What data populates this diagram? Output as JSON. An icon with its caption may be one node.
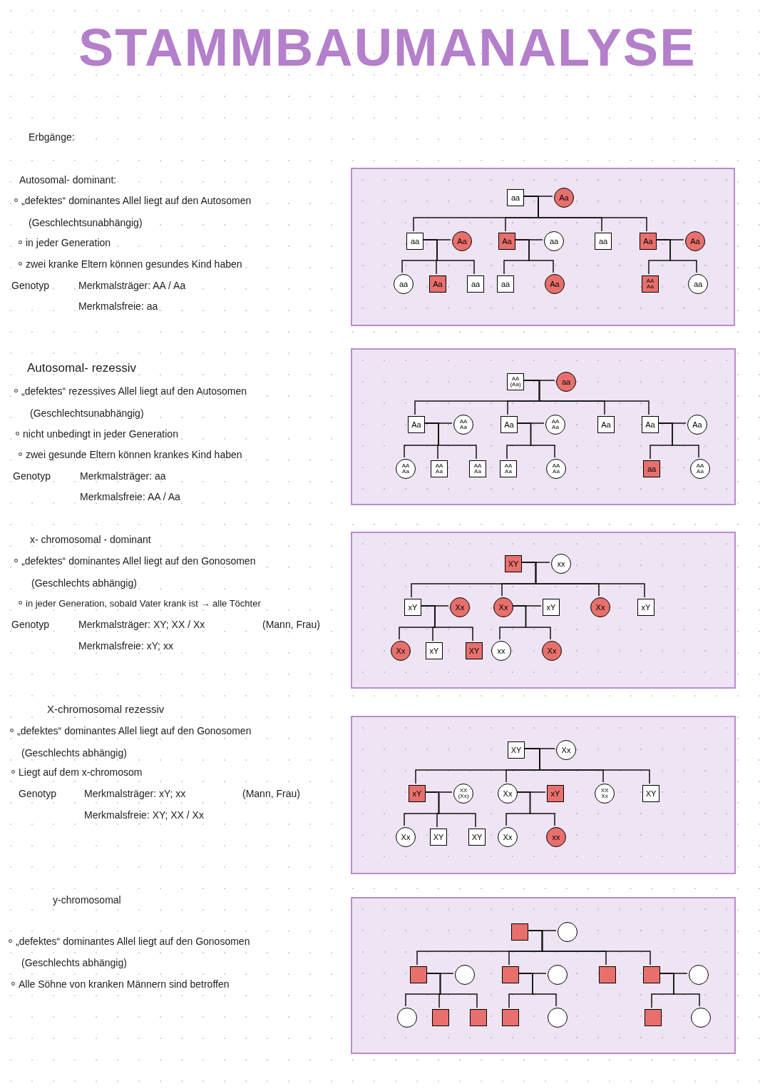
{
  "diagram": {
    "title": "STAMMBAUMANALYSE",
    "nodes": [
      {
        "text": [],
        "shape": "box"
      },
      {
        "text": [
          "aa"
        ],
        "in": 0
      },
      {
        "text": [
          "Aa"
        ],
        "in": 0
      },
      {
        "text": [
          "aa"
        ],
        "in": 0
      },
      {
        "text": [
          "Aa"
        ],
        "in": 0
      },
      {
        "text": [
          "Aa"
        ],
        "in": 0
      },
      {
        "text": [
          "aa"
        ],
        "in": 0
      },
      {
        "text": [
          "aa"
        ],
        "in": 0
      },
      {
        "text": [
          "Aa"
        ],
        "in": 0
      },
      {
        "text": [
          "Aa"
        ],
        "in": 0
      },
      {
        "text": [
          "aa"
        ],
        "in": 0
      },
      {
        "text": [
          "Aa"
        ],
        "in": 0
      },
      {
        "text": [
          "aa"
        ],
        "in": 0
      },
      {
        "text": [
          "aa"
        ],
        "in": 0
      },
      {
        "text": [
          "Aa"
        ],
        "in": 0
      },
      {
        "text": [
          "AA Aa"
        ],
        "in": 0
      },
      {
        "text": [
          "aa"
        ],
        "in": 0
      },
      {
        "text": [],
        "shape": "box"
      },
      {
        "text": [
          "AA (Aa)"
        ],
        "in": 17
      },
      {
        "text": [
          "aa"
        ],
        "in": 17
      },
      {
        "text": [
          "Aa"
        ],
        "in": 17
      },
      {
        "text": [
          "AA Aa"
        ],
        "in": 17
      },
      {
        "text": [
          "Aa"
        ],
        "in": 17
      },
      {
        "text": [
          "AA Aa"
        ],
        "in": 17
      },
      {
        "text": [
          "Aa"
        ],
        "in": 17
      },
      {
        "text": [
          "Aa"
        ],
        "in": 17
      },
      {
        "text": [
          "Aa"
        ],
        "in": 17
      },
      {
        "text": [
          "AA Aa"
        ],
        "in": 17
      },
      {
        "text": [
          "AA Aa"
        ],
        "in": 17
      },
      {
        "text": [
          "AA Aa"
        ],
        "in": 17
      },
      {
        "text": [
          "AA Aa"
        ],
        "in": 17
      },
      {
        "text": [
          "AA Aa"
        ],
        "in": 17
      },
      {
        "text": [
          "aa"
        ],
        "in": 17
      },
      {
        "text": [
          "AA Aa"
        ],
        "in": 17
      },
      {
        "text": [],
        "shape": "box"
      },
      {
        "text": [
          "XY"
        ],
        "in": 34
      },
      {
        "text": [
          "xx"
        ],
        "in": 34
      },
      {
        "text": [
          "xY"
        ],
        "in": 34
      },
      {
        "text": [
          "Xx"
        ],
        "in": 34
      },
      {
        "text": [
          "Xx"
        ],
        "in": 34
      },
      {
        "text": [
          "xY"
        ],
        "in": 34
      },
      {
        "text": [
          "Xx"
        ],
        "in": 34
      },
      {
        "text": [
          "xY"
        ],
        "in": 34
      },
      {
        "text": [
          "Xx"
        ],
        "in": 34
      },
      {
        "text": [
          "xY"
        ],
        "in": 34
      },
      {
        "text": [
          "XY"
        ],
        "in": 34
      },
      {
        "text": [
          "xx"
        ],
        "in": 34
      },
      {
        "text": [
          "Xx"
        ],
        "in": 34
      },
      {
        "text": [],
        "shape": "box"
      },
      {
        "text": [
          "XY"
        ],
        "in": 48
      },
      {
        "text": [
          "Xx"
        ],
        "in": 48
      },
      {
        "text": [
          "xY"
        ],
        "in": 48
      },
      {
        "text": [
          "XX (Xx)"
        ],
        "in": 48
      },
      {
        "text": [
          "Xx"
        ],
        "in": 48
      },
      {
        "text": [
          "xY"
        ],
        "in": 48
      },
      {
        "text": [
          "XX Xx"
        ],
        "in": 48
      },
      {
        "text": [
          "XY"
        ],
        "in": 48
      },
      {
        "text": [
          "Xx"
        ],
        "in": 48
      },
      {
        "text": [
          "XY"
        ],
        "in": 48
      },
      {
        "text": [
          "XY"
        ],
        "in": 48
      },
      {
        "text": [
          "Xx"
        ],
        "in": 48
      },
      {
        "text": [
          "xx"
        ],
        "in": 48
      },
      {
        "text": [],
        "shape": "box"
      },
      {
        "text": [],
        "shape": "box",
        "in": 62
      },
      {
        "text": [],
        "shape": "circle",
        "in": 62
      },
      {
        "text": [],
        "shape": "box",
        "in": 62
      },
      {
        "text": [],
        "shape": "circle",
        "in": 62
      },
      {
        "text": [],
        "shape": "box",
        "in": 62
      },
      {
        "text": [],
        "shape": "circle",
        "in": 62
      },
      {
        "text": [],
        "shape": "box",
        "in": 62
      },
      {
        "text": [],
        "shape": "box",
        "in": 62
      },
      {
        "text": [],
        "shape": "circle",
        "in": 62
      },
      {
        "text": [],
        "shape": "circle",
        "in": 62
      },
      {
        "text": [],
        "shape": "box",
        "in": 62
      },
      {
        "text": [],
        "shape": "box",
        "in": 62
      },
      {
        "text": [],
        "shape": "box",
        "in": 62
      },
      {
        "text": [],
        "shape": "circle",
        "in": 62
      },
      {
        "text": [],
        "shape": "box",
        "in": 62
      },
      {
        "text": [],
        "shape": "circle",
        "in": 62
      }
    ],
    "edges": [
      {
        "from": 1,
        "to": 2,
        "arrow": "none"
      },
      {
        "from": 3,
        "to": 4,
        "arrow": "none"
      },
      {
        "from": 5,
        "to": 6,
        "arrow": "none"
      },
      {
        "from": 8,
        "to": 9,
        "arrow": "none"
      },
      {
        "from": 1,
        "to": 3,
        "arrow": "none"
      },
      {
        "from": 1,
        "to": 5,
        "arrow": "none"
      },
      {
        "from": 1,
        "to": 7,
        "arrow": "none"
      },
      {
        "from": 1,
        "to": 8,
        "arrow": "none"
      },
      {
        "from": 3,
        "to": 10,
        "arrow": "none"
      },
      {
        "from": 3,
        "to": 11,
        "arrow": "none"
      },
      {
        "from": 3,
        "to": 12,
        "arrow": "none"
      },
      {
        "from": 5,
        "to": 13,
        "arrow": "none"
      },
      {
        "from": 5,
        "to": 14,
        "arrow": "none"
      },
      {
        "from": 8,
        "to": 15,
        "arrow": "none"
      },
      {
        "from": 8,
        "to": 16,
        "arrow": "none"
      },
      {
        "from": 18,
        "to": 19,
        "arrow": "none"
      },
      {
        "from": 20,
        "to": 21,
        "arrow": "none"
      },
      {
        "from": 22,
        "to": 23,
        "arrow": "none"
      },
      {
        "from": 25,
        "to": 26,
        "arrow": "none"
      },
      {
        "from": 18,
        "to": 20,
        "arrow": "none"
      },
      {
        "from": 18,
        "to": 22,
        "arrow": "none"
      },
      {
        "from": 18,
        "to": 24,
        "arrow": "none"
      },
      {
        "from": 18,
        "to": 25,
        "arrow": "none"
      },
      {
        "from": 20,
        "to": 27,
        "arrow": "none"
      },
      {
        "from": 20,
        "to": 28,
        "arrow": "none"
      },
      {
        "from": 20,
        "to": 29,
        "arrow": "none"
      },
      {
        "from": 22,
        "to": 30,
        "arrow": "none"
      },
      {
        "from": 22,
        "to": 31,
        "arrow": "none"
      },
      {
        "from": 25,
        "to": 32,
        "arrow": "none"
      },
      {
        "from": 25,
        "to": 33,
        "arrow": "none"
      },
      {
        "from": 35,
        "to": 36,
        "arrow": "none"
      },
      {
        "from": 37,
        "to": 38,
        "arrow": "none"
      },
      {
        "from": 39,
        "to": 40,
        "arrow": "none"
      },
      {
        "from": 35,
        "to": 37,
        "arrow": "none"
      },
      {
        "from": 35,
        "to": 39,
        "arrow": "none"
      },
      {
        "from": 35,
        "to": 41,
        "arrow": "none"
      },
      {
        "from": 35,
        "to": 42,
        "arrow": "none"
      },
      {
        "from": 37,
        "to": 43,
        "arrow": "none"
      },
      {
        "from": 37,
        "to": 44,
        "arrow": "none"
      },
      {
        "from": 37,
        "to": 45,
        "arrow": "none"
      },
      {
        "from": 39,
        "to": 46,
        "arrow": "none"
      },
      {
        "from": 39,
        "to": 47,
        "arrow": "none"
      },
      {
        "from": 49,
        "to": 50,
        "arrow": "none"
      },
      {
        "from": 51,
        "to": 52,
        "arrow": "none"
      },
      {
        "from": 53,
        "to": 54,
        "arrow": "none"
      },
      {
        "from": 49,
        "to": 51,
        "arrow": "none"
      },
      {
        "from": 49,
        "to": 53,
        "arrow": "none"
      },
      {
        "from": 49,
        "to": 55,
        "arrow": "none"
      },
      {
        "from": 49,
        "to": 56,
        "arrow": "none"
      },
      {
        "from": 51,
        "to": 57,
        "arrow": "none"
      },
      {
        "from": 51,
        "to": 58,
        "arrow": "none"
      },
      {
        "from": 51,
        "to": 59,
        "arrow": "none"
      },
      {
        "from": 53,
        "to": 60,
        "arrow": "none"
      },
      {
        "from": 53,
        "to": 61,
        "arrow": "none"
      },
      {
        "from": 63,
        "to": 64,
        "arrow": "none"
      },
      {
        "from": 65,
        "to": 66,
        "arrow": "none"
      },
      {
        "from": 67,
        "to": 68,
        "arrow": "none"
      },
      {
        "from": 70,
        "to": 71,
        "arrow": "none"
      },
      {
        "from": 63,
        "to": 65,
        "arrow": "none"
      },
      {
        "from": 63,
        "to": 67,
        "arrow": "none"
      },
      {
        "from": 63,
        "to": 69,
        "arrow": "none"
      },
      {
        "from": 63,
        "to": 70,
        "arrow": "none"
      },
      {
        "from": 65,
        "to": 72,
        "arrow": "none"
      },
      {
        "from": 65,
        "to": 73,
        "arrow": "none"
      },
      {
        "from": 65,
        "to": 74,
        "arrow": "none"
      },
      {
        "from": 67,
        "to": 75,
        "arrow": "none"
      },
      {
        "from": 67,
        "to": 76,
        "arrow": "none"
      },
      {
        "from": 70,
        "to": 77,
        "arrow": "none"
      },
      {
        "from": 70,
        "to": 78,
        "arrow": "none"
      }
    ],
    "labels": [
      "Erbgänge:",
      "Autosomal- dominant:",
      "„defektes“ dominantes Allel liegt auf den Autosomen",
      "(Geschlechtsunabhängig)",
      "in jeder Generation",
      "zwei kranke Eltern können gesundes Kind haben",
      "Genotyp",
      "Merkmalsträger: AA / Aa",
      "Merkmalsfreie: aa",
      "Autosomal- rezessiv",
      "„defektes“ rezessives Allel liegt auf den Autosomen",
      "(Geschlechtsunabhängig)",
      "nicht unbedingt in jeder Generation",
      "zwei gesunde Eltern können krankes Kind haben",
      "Genotyp",
      "Merkmalsträger: aa",
      "Merkmalsfreie: AA / Aa",
      "x- chromosomal - dominant",
      "„defektes“ dominantes Allel liegt auf den Gonosomen",
      "(Geschlechts abhängig)",
      "in jeder Generation, sobald Vater krank ist → alle Töchter",
      "Genotyp",
      "Merkmalsträger: XY; XX / Xx",
      "(Mann, Frau)",
      "Merkmalsfreie: xY; xx",
      "X-chromosomal rezessiv",
      "„defektes“ dominantes Allel liegt auf den Gonosomen",
      "(Geschlechts abhängig)",
      "Liegt auf dem x-chromosom",
      "Genotyp",
      "Merkmalsträger: xY; xx",
      "(Mann, Frau)",
      "Merkmalsfreie: XY; XX / Xx",
      "y-chromosomal",
      "„defektes“ dominantes Allel liegt auf den Gonosomen",
      "(Geschlechts abhängig)",
      "Alle Söhne von kranken Männern sind betroffen"
    ]
  }
}
